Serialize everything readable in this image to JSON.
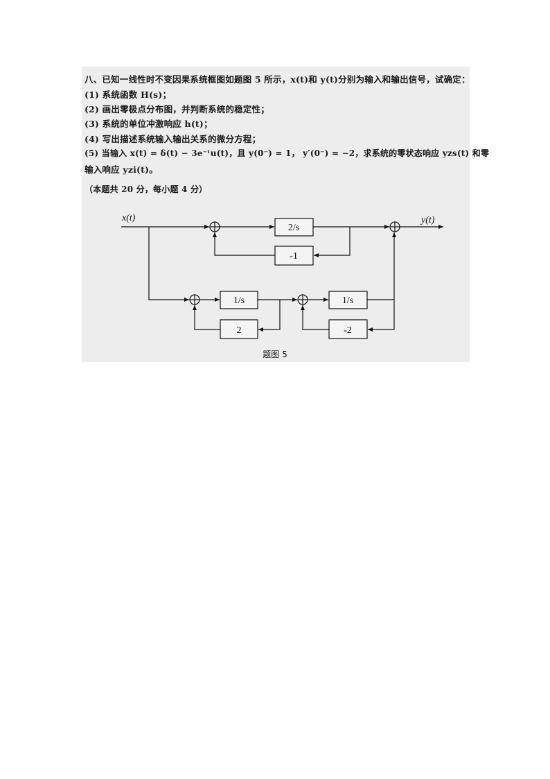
{
  "problem": {
    "intro": "八、已知一线性时不变因果系统框图如题图 5 所示，x(t)和 y(t)分别为输入和输出信号，试确定：",
    "items": [
      "(1) 系统函数 H(s)；",
      "(2) 画出零极点分布图，并判断系统的稳定性；",
      "(3) 系统的单位冲激响应 h(t)；",
      "(4) 写出描述系统输入输出关系的微分方程；",
      "(5) 当输入 x(t) = δ(t) − 3e⁻ᵗu(t)，且 y(0⁻) = 1， y′(0⁻) = −2，求系统的零状态响应 yzs(t) 和零",
      "输入响应 yzi(t)。"
    ],
    "score_note": "（本题共 20 分，每小题 4 分）"
  },
  "diagram": {
    "input_label": "x(t)",
    "output_label": "y(t)",
    "blocks": {
      "top_forward": "2/s",
      "top_feedback": "-1",
      "low1_forward": "1/s",
      "low1_feedback": "2",
      "low2_forward": "1/s",
      "low2_feedback": "-2"
    },
    "caption": "题图 5"
  }
}
